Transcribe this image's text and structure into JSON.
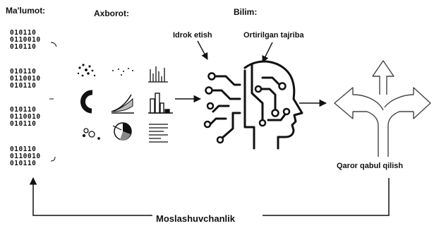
{
  "headings": {
    "data": "Ma'lumot:",
    "information": "Axborot:",
    "knowledge": "Bilim:"
  },
  "knowledge_labels": {
    "perception": "Idrok etish",
    "experience": "Ortirilgan tajriba"
  },
  "decision": "Qaror qabul qilish",
  "adaptability": "Moslashuvchanlik",
  "binary_blocks": [
    [
      "010110",
      "0110010",
      "010110"
    ],
    [
      "010110",
      "0110010",
      "010110"
    ],
    [
      "010110",
      "0110010",
      "010110"
    ],
    [
      "010110",
      "0110010",
      "010110"
    ]
  ],
  "icons": {
    "information_charts": [
      "scatter-plot-icon",
      "dot-plot-icon",
      "bar-chart-icon",
      "donut-chart-icon",
      "curve-chart-icon",
      "column-chart-icon",
      "bubble-chart-icon",
      "pie-chart-icon",
      "text-document-icon"
    ],
    "knowledge": "ai-head-circuit-icon",
    "decision": "branching-arrows-icon"
  }
}
